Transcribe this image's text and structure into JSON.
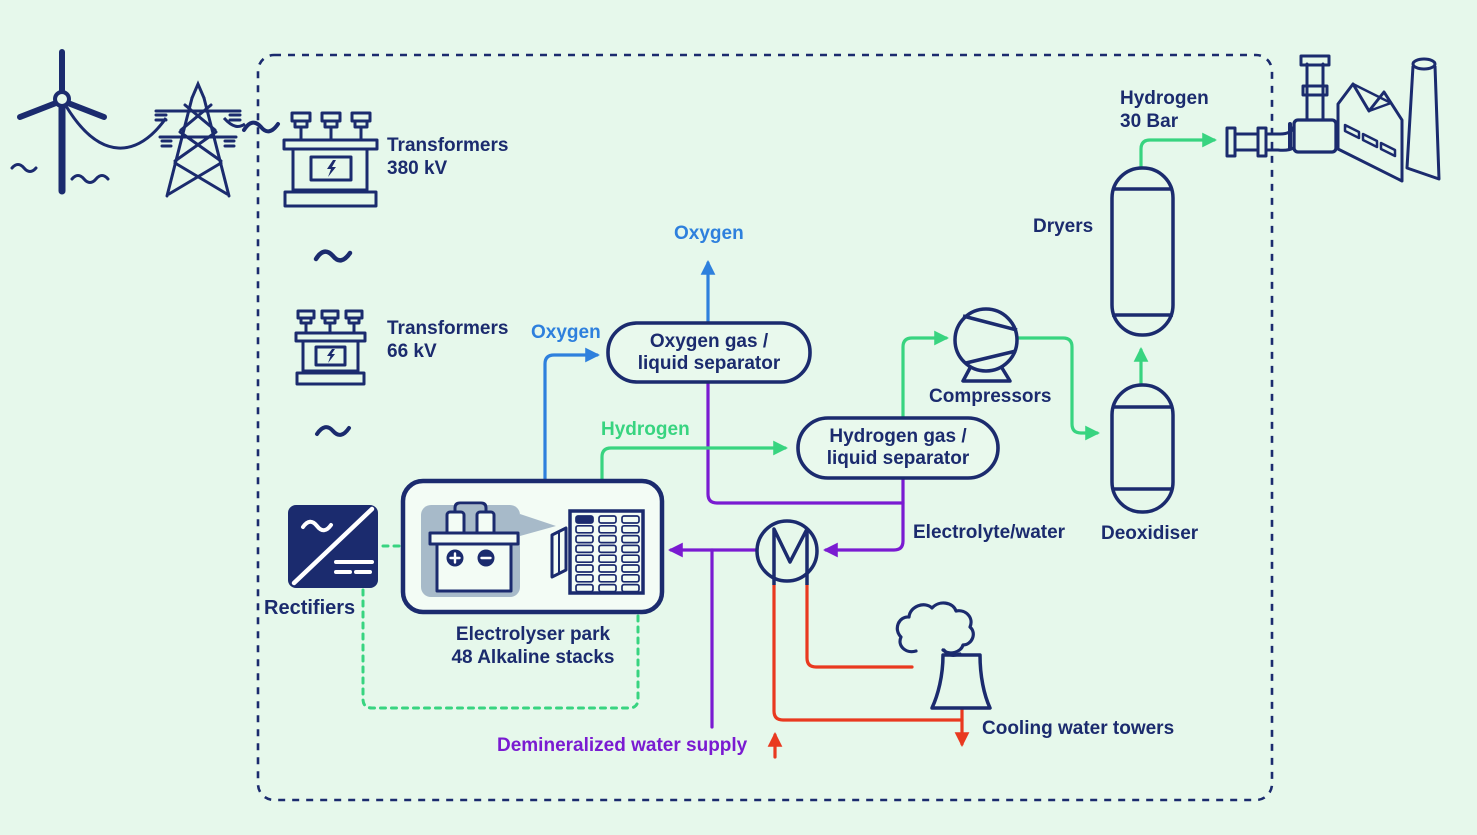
{
  "colors": {
    "background": "#e6f8eb",
    "navy": "#1b2b6e",
    "blue": "#2e80dd",
    "green": "#38d480",
    "purple": "#7a1bd1",
    "red": "#e9391f",
    "callout_gray": "#a7bac9"
  },
  "power_sources": {
    "transformers_hv_label": "Transformers",
    "transformers_hv_rating": "380 kV",
    "transformers_mv_label": "Transformers",
    "transformers_mv_rating": "66 kV",
    "rectifiers_label": "Rectifiers"
  },
  "electrolyser": {
    "label_line1": "Electrolyser park",
    "label_line2": "48 Alkaline stacks"
  },
  "separators": {
    "oxygen_line1": "Oxygen gas /",
    "oxygen_line2": "liquid separator",
    "hydrogen_line1": "Hydrogen gas /",
    "hydrogen_line2": "liquid separator"
  },
  "gas_processing": {
    "compressors_label": "Compressors",
    "dryers_label": "Dryers",
    "deoxidiser_label": "Deoxidiser"
  },
  "cooling": {
    "towers_label": "Cooling water towers"
  },
  "streams": {
    "oxygen_feed": "Oxygen",
    "oxygen_vent": "Oxygen",
    "hydrogen_feed": "Hydrogen",
    "product_line1": "Hydrogen",
    "product_line2": "30 Bar",
    "electrolyte": "Electrolyte/water",
    "demin_water": "Demineralized water supply"
  }
}
